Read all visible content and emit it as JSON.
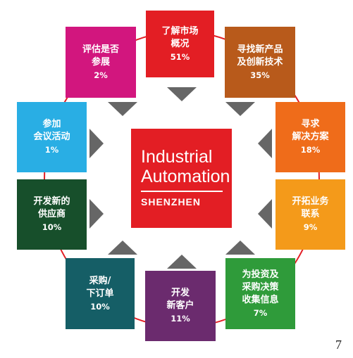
{
  "center": {
    "line1": "Industrial",
    "line2": "Automation",
    "line3": "SHENZHEN",
    "color": "#e31e24"
  },
  "page_number": "7",
  "ring_color": "#e31e24",
  "arrow_color": "#666666",
  "items": [
    {
      "label": "了解市场\n概况",
      "percent": "51%",
      "color": "#e31e24"
    },
    {
      "label": "寻找新产品\n及创新技术",
      "percent": "35%",
      "color": "#b85a1b"
    },
    {
      "label": "寻求\n解决方案",
      "percent": "18%",
      "color": "#ef6c1a"
    },
    {
      "label": "开拓业务\n联系",
      "percent": "9%",
      "color": "#f49a1a"
    },
    {
      "label": "为投资及\n采购决策\n收集信息",
      "percent": "7%",
      "color": "#2f9b3a"
    },
    {
      "label": "开发\n新客户",
      "percent": "11%",
      "color": "#6b2b6e"
    },
    {
      "label": "采购/\n下订单",
      "percent": "10%",
      "color": "#155e66"
    },
    {
      "label": "开发新的\n供应商",
      "percent": "10%",
      "color": "#174f2b"
    },
    {
      "label": "参加\n会议活动",
      "percent": "1%",
      "color": "#29aee4"
    },
    {
      "label": "评估是否\n参展",
      "percent": "2%",
      "color": "#d2167e"
    }
  ]
}
